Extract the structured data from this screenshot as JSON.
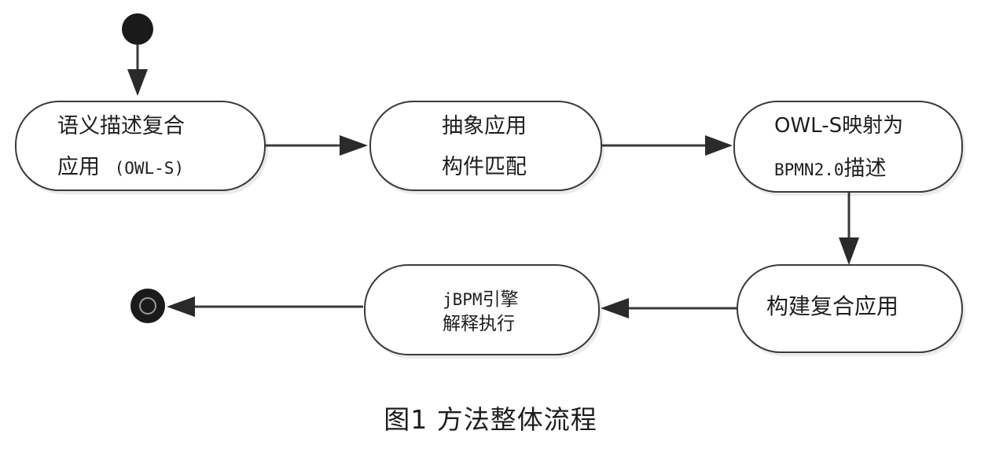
{
  "nodes": {
    "n1": {
      "line1": "语义描述复合",
      "line2_cn": "应用",
      "line2_mono": "(OWL-S)"
    },
    "n2": {
      "line1": "抽象应用",
      "line2": "构件匹配"
    },
    "n3": {
      "line1": "OWL-S映射为",
      "line2_mono": "BPMN2.0",
      "line2_cn": "描述"
    },
    "n4": {
      "line1": "构建复合应用"
    },
    "n5": {
      "line1_mono": "jBPM",
      "line1_cn": "引擎",
      "line2": "解释执行"
    }
  },
  "caption": "图1  方法整体流程"
}
